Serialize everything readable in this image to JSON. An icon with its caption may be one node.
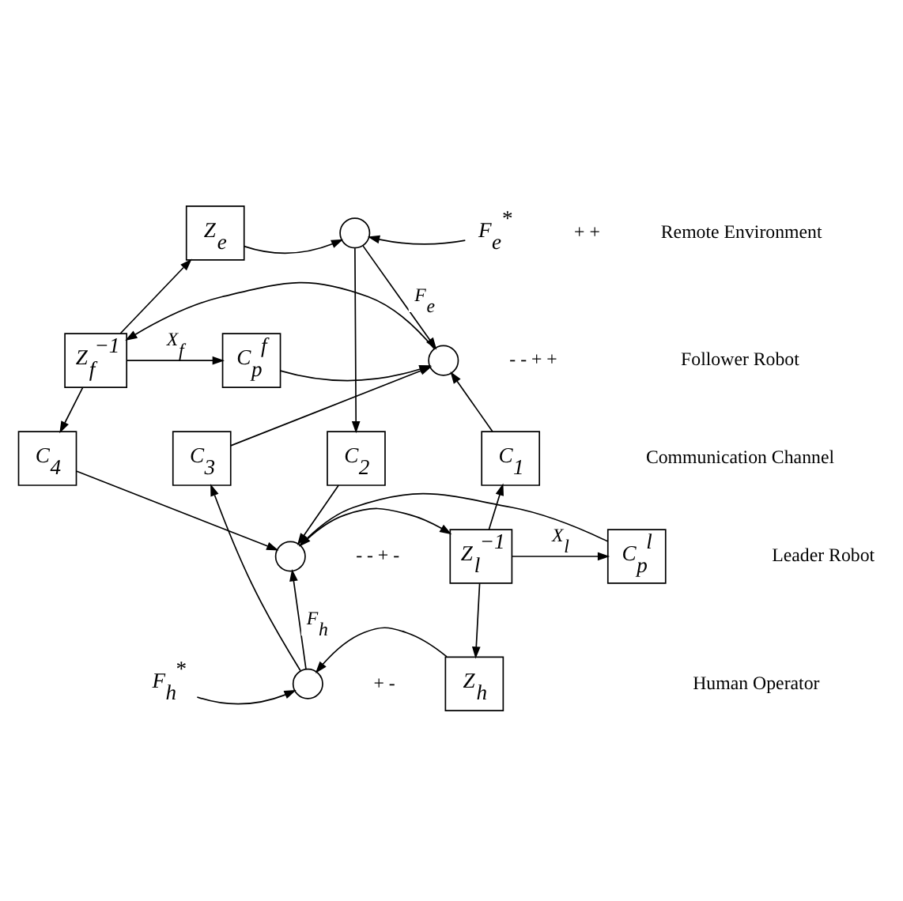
{
  "diagram": {
    "nodes": [
      {
        "text": [
          "Z$_{e}$"
        ]
      },
      {
        "text": [],
        "shape": "circle",
        "beside": [
          "+",
          "+"
        ]
      },
      {
        "text": [
          "F$_{e}$$^{*}$"
        ]
      },
      {
        "text": [
          "C$_{p}$$^{f}$"
        ]
      },
      {
        "text": [
          "Z$_{f}$$^{−1}$"
        ]
      },
      {
        "text": [],
        "shape": "circle",
        "beside": [
          "-",
          "-",
          "+",
          "+"
        ]
      },
      {
        "text": [
          "C$_{4}$"
        ]
      },
      {
        "text": [
          "C$_{3}$"
        ]
      },
      {
        "text": [
          "C$_{2}$"
        ]
      },
      {
        "text": [
          "C$_{1}$"
        ]
      },
      {
        "text": [],
        "shape": "circle",
        "beside": [
          "-",
          "-",
          "+",
          "-"
        ]
      },
      {
        "text": [
          "Z$_{l}$$^{−1}$"
        ]
      },
      {
        "text": [
          "C$_{p}$$^{l}$"
        ]
      },
      {
        "text": [],
        "shape": "circle",
        "beside": [
          "+",
          "-"
        ]
      },
      {
        "text": [
          "Z$_{h}$"
        ]
      },
      {
        "text": [
          "F$_{h}$$^{*}$"
        ]
      }
    ],
    "edges": [
      {
        "from": 0,
        "to": 1,
        "arrow": "to"
      },
      {
        "from": 2,
        "to": 1,
        "arrow": "to"
      },
      {
        "from": 1,
        "to": 5,
        "arrow": "to",
        "label": "F$_{e}$"
      },
      {
        "from": 1,
        "to": 8,
        "arrow": "to"
      },
      {
        "from": 3,
        "to": 5,
        "arrow": "to"
      },
      {
        "from": 5,
        "to": 4,
        "arrow": "to"
      },
      {
        "from": 7,
        "to": 5,
        "arrow": "to"
      },
      {
        "from": 9,
        "to": 5,
        "arrow": "to"
      },
      {
        "from": 4,
        "to": 0,
        "arrow": "to"
      },
      {
        "from": 4,
        "to": 3,
        "arrow": "to",
        "label": "X$_{f}$"
      },
      {
        "from": 4,
        "to": 6,
        "arrow": "to"
      },
      {
        "from": 6,
        "to": 10,
        "arrow": "to"
      },
      {
        "from": 8,
        "to": 10,
        "arrow": "to"
      },
      {
        "from": 13,
        "to": 10,
        "arrow": "to",
        "label": "F$_{h}$"
      },
      {
        "from": 13,
        "to": 7,
        "arrow": "to"
      },
      {
        "from": 10,
        "to": 11,
        "arrow": "to"
      },
      {
        "from": 11,
        "to": 9,
        "arrow": "to"
      },
      {
        "from": 11,
        "to": 12,
        "arrow": "to",
        "label": "X$_{l}$"
      },
      {
        "from": 11,
        "to": 14,
        "arrow": "to"
      },
      {
        "from": 12,
        "to": 10,
        "arrow": "to"
      },
      {
        "from": 14,
        "to": 13,
        "arrow": "to"
      },
      {
        "from": 15,
        "to": 13,
        "arrow": "to"
      }
    ],
    "labels": [
      "Remote Environment",
      "Follower Robot",
      "Communication Channel",
      "Leader Robot",
      "Human Operator"
    ]
  }
}
